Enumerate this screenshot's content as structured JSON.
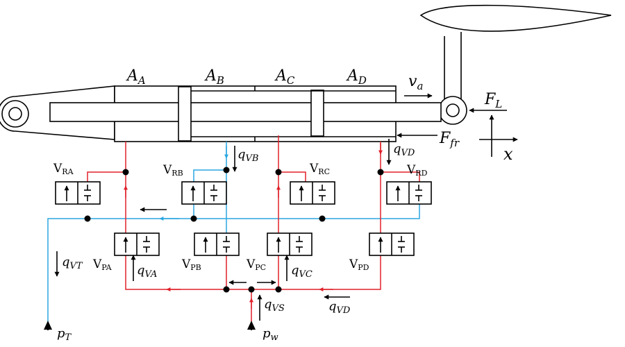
{
  "colors": {
    "pressure_line": "#e0202a",
    "return_line": "#2aa6e0",
    "outline": "#000000"
  },
  "chambers": {
    "a": {
      "main": "A",
      "sub": "A"
    },
    "b": {
      "main": "A",
      "sub": "B"
    },
    "c": {
      "main": "A",
      "sub": "C"
    },
    "d": {
      "main": "A",
      "sub": "D"
    }
  },
  "forces": {
    "velocity": {
      "main": "v",
      "sub": "a"
    },
    "lift": {
      "main": "F",
      "sub": "L"
    },
    "friction": {
      "main": "F",
      "sub": "fr"
    },
    "axis": "x"
  },
  "valves": {
    "ra": {
      "main": "V",
      "sub": "RA"
    },
    "rb": {
      "main": "V",
      "sub": "RB"
    },
    "rc": {
      "main": "V",
      "sub": "RC"
    },
    "rd": {
      "main": "V",
      "sub": "RD"
    },
    "pa": {
      "main": "V",
      "sub": "PA"
    },
    "pb": {
      "main": "V",
      "sub": "PB"
    },
    "pc": {
      "main": "V",
      "sub": "PC"
    },
    "pd": {
      "main": "V",
      "sub": "PD"
    }
  },
  "flows": {
    "vb": {
      "main": "q",
      "sub": "VB"
    },
    "vd_top": {
      "main": "q",
      "sub": "VD"
    },
    "vt": {
      "main": "q",
      "sub": "VT"
    },
    "va": {
      "main": "q",
      "sub": "VA"
    },
    "vc": {
      "main": "q",
      "sub": "VC"
    },
    "vs": {
      "main": "q",
      "sub": "VS"
    },
    "vd_bottom": {
      "main": "q",
      "sub": "VD"
    }
  },
  "pressures": {
    "tank": {
      "main": "p",
      "sub": "T"
    },
    "supply": {
      "main": "p",
      "sub": "w"
    }
  }
}
